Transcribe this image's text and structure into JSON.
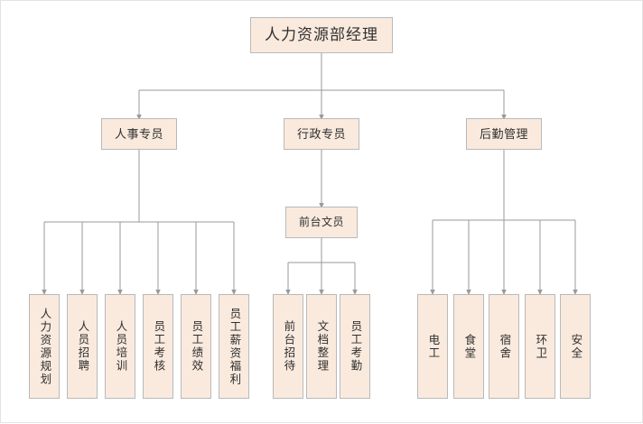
{
  "diagram": {
    "title_text": "人力资源部经理",
    "type": "organization-chart",
    "colors": {
      "node_fill": "#faeade",
      "node_border": "#b9b9b9",
      "connector": "#9a9a9a",
      "text": "#2f2f2f",
      "canvas": "#ffffff",
      "frame": "#e3e3e3"
    },
    "root": {
      "label": "人力资源部经理"
    },
    "level2": [
      {
        "label": "人事专员"
      },
      {
        "label": "行政专员"
      },
      {
        "label": "后勤管理"
      }
    ],
    "level3": [
      {
        "label": "前台文员"
      }
    ],
    "hr_leaves": [
      {
        "label": "人力资源规划"
      },
      {
        "label": "人员招聘"
      },
      {
        "label": "人员培训"
      },
      {
        "label": "员工考核"
      },
      {
        "label": "员工绩效"
      },
      {
        "label": "员工薪资福利"
      }
    ],
    "admin_leaves": [
      {
        "label": "前台招待"
      },
      {
        "label": "文档整理"
      },
      {
        "label": "员工考勤"
      }
    ],
    "logistics_leaves": [
      {
        "label": "电工"
      },
      {
        "label": "食堂"
      },
      {
        "label": "宿舍"
      },
      {
        "label": "环卫"
      },
      {
        "label": "安全"
      }
    ]
  }
}
